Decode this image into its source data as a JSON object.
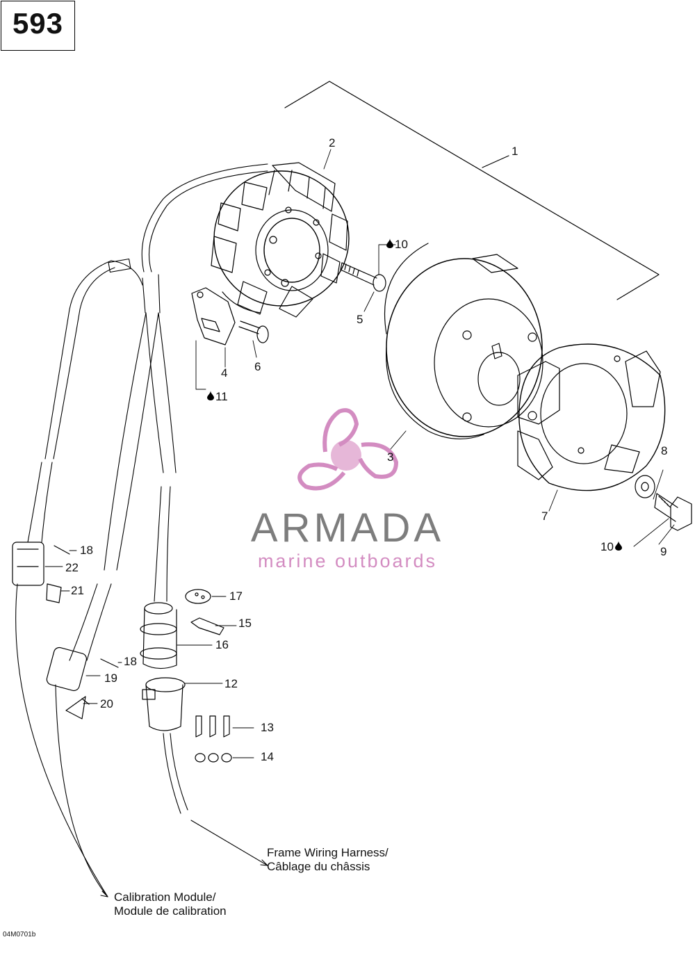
{
  "page": {
    "number": "593",
    "drawing_code": "04M0701b"
  },
  "watermark": {
    "name": "ARMADA",
    "tagline": "marine outboards",
    "accent": "#d38cc1",
    "text_color": "#7d7d7d"
  },
  "callouts": {
    "c1": "1",
    "c2": "2",
    "c3": "3",
    "c4": "4",
    "c5": "5",
    "c6": "6",
    "c7": "7",
    "c8": "8",
    "c9": "9",
    "c10a": "10",
    "c10b": "10",
    "c11": "11",
    "c12": "12",
    "c13": "13",
    "c14": "14",
    "c15": "15",
    "c16": "16",
    "c17": "17",
    "c18a": "18",
    "c18b": "18",
    "c19": "19",
    "c20": "20",
    "c21": "21",
    "c22": "22"
  },
  "notes": {
    "frame_line1": "Frame Wiring Harness/",
    "frame_line2": "Câblage du châssis",
    "calib_line1": "Calibration Module/",
    "calib_line2": "Module de calibration"
  },
  "icons": {
    "thread_locker": "drop-icon"
  }
}
